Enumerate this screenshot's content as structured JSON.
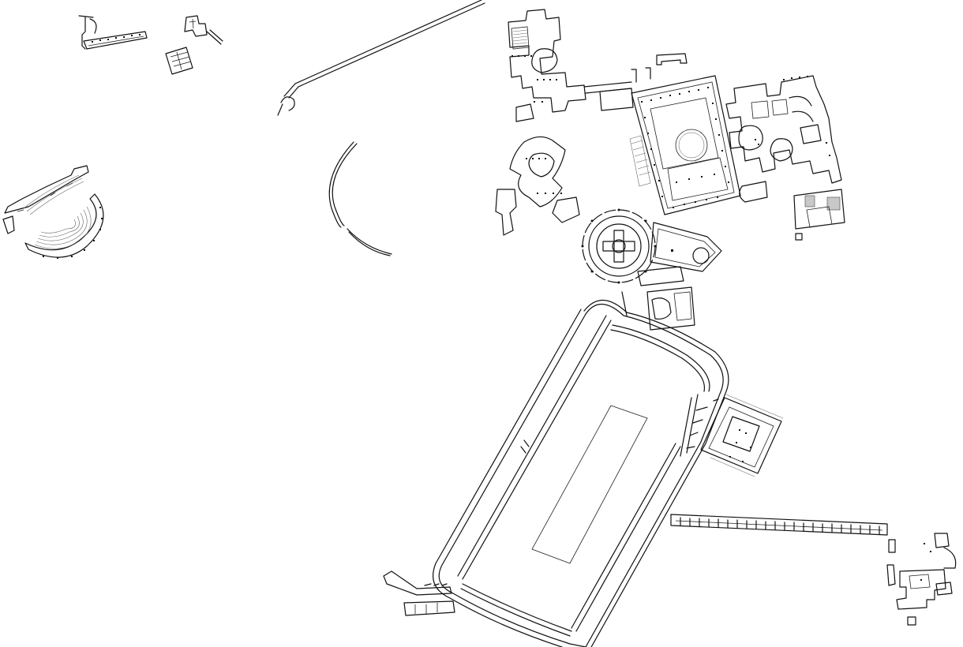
{
  "map": {
    "kind": "archaeological site plan (line drawing, no printed labels)",
    "background": "#ffffff",
    "ink": "#111111",
    "features": [
      {
        "id": "circus",
        "shape": "elongated racetrack with central spina"
      },
      {
        "id": "main-palace",
        "shape": "peristyle courtyard complex with colonnades"
      },
      {
        "id": "mausoleum",
        "shape": "circular rotunda with inner cross"
      },
      {
        "id": "theatre",
        "shape": "semicircular cavea with stepped seating"
      },
      {
        "id": "exedra",
        "shape": "open curved arc"
      },
      {
        "id": "long-wall",
        "shape": "straight diagonal boundary wall"
      },
      {
        "id": "portico",
        "shape": "long colonnaded arcade"
      },
      {
        "id": "southeast-villa",
        "shape": "small room cluster"
      }
    ]
  }
}
